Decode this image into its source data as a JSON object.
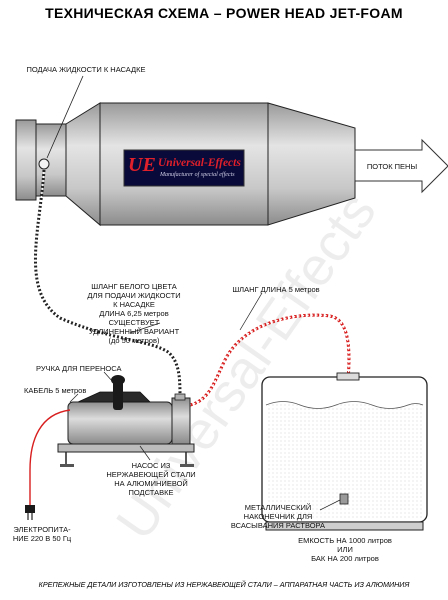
{
  "title": "ТЕХНИЧЕСКАЯ СХЕМА – POWER HEAD JET-FOAM",
  "labels": {
    "liquid_feed": "ПОДАЧА ЖИДКОСТИ К НАСАДКЕ",
    "foam_flow": "ПОТОК ПЕНЫ",
    "white_hose_lines": [
      "ШЛАНГ БЕЛОГО ЦВЕТА",
      "ДЛЯ ПОДАЧИ ЖИДКОСТИ",
      "К НАСАДКЕ",
      "ДЛИНА 6,25 метров",
      "СУЩЕСТВУЕТ",
      "УДЛИНЕННЫЙ ВАРИАНТ",
      "(до 50 метров)"
    ],
    "hose_length": "ШЛАНГ ДЛИНА 5 метров",
    "carry_handle": "РУЧКА ДЛЯ ПЕРЕНОСА",
    "cable": "КАБЕЛЬ 5 метров",
    "pump_lines": [
      "НАСОС ИЗ",
      "НЕРЖАВЕЮЩЕЙ СТАЛИ",
      "НА АЛЮМИНИЕВОЙ",
      "ПОДСТАВКЕ"
    ],
    "nozzle_lines": [
      "МЕТАЛЛИЧЕСКИЙ",
      "НАКОНЕЧНИК ДЛЯ",
      "ВСАСЫВАНИЯ РАСТВОРА"
    ],
    "power_lines": [
      "ЭЛЕКТРОПИТА-",
      "НИЕ 220 В  50 Гц"
    ],
    "tank_lines": [
      "ЕМКОСТЬ НА 1000 литров",
      "ИЛИ",
      "БАК НА 200 литров"
    ],
    "footer": "КРЕПЕЖНЫЕ ДЕТАЛИ ИЗГОТОВЛЕНЫ ИЗ НЕРЖАВЕЮЩЕЙ СТАЛИ – АППАРАТНАЯ ЧАСТЬ ИЗ АЛЮМИНИЯ"
  },
  "logo": {
    "initials": "UE",
    "brand": "Universal-Effects",
    "tagline": "Manufacturer of special effects"
  },
  "watermark": "Universal-Effects",
  "colors": {
    "red_hose": "#d81e1e",
    "steel_light": "#d6d6d6",
    "steel_dark": "#8a8a8a",
    "logo_bg": "#0a0a3a",
    "logo_red": "#e0202a"
  }
}
